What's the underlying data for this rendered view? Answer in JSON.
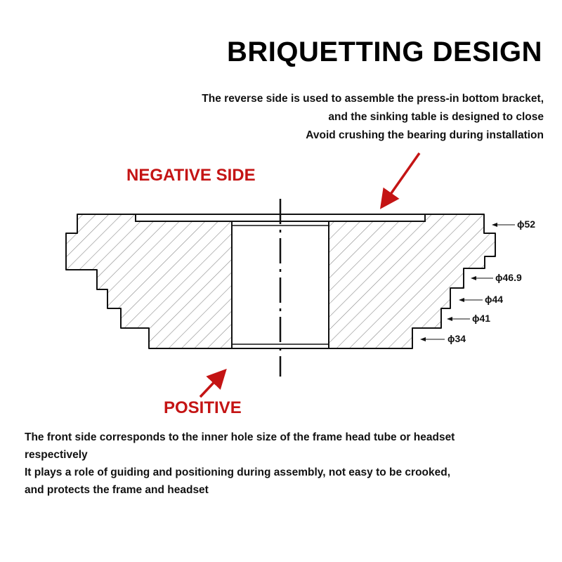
{
  "title": "BRIQUETTING DESIGN",
  "top_note": [
    "The reverse side is used to assemble the press-in bottom bracket,",
    "and the sinking table is designed to close",
    "Avoid crushing the bearing during installation"
  ],
  "negative_label": "NEGATIVE SIDE",
  "positive_label": "POSITIVE",
  "bottom_note": [
    "The front side corresponds to the inner hole size of the frame head tube or headset",
    "respectively",
    "It plays a role of guiding and positioning during assembly, not easy to be crooked,",
    "and protects the frame and headset"
  ],
  "dimensions": [
    {
      "label": "ϕ52"
    },
    {
      "label": "ϕ46.9"
    },
    {
      "label": "ϕ44"
    },
    {
      "label": "ϕ41"
    },
    {
      "label": "ϕ34"
    }
  ],
  "colors": {
    "accent_red": "#c41414",
    "line": "#111111",
    "hatch": "#8a8a8a"
  }
}
